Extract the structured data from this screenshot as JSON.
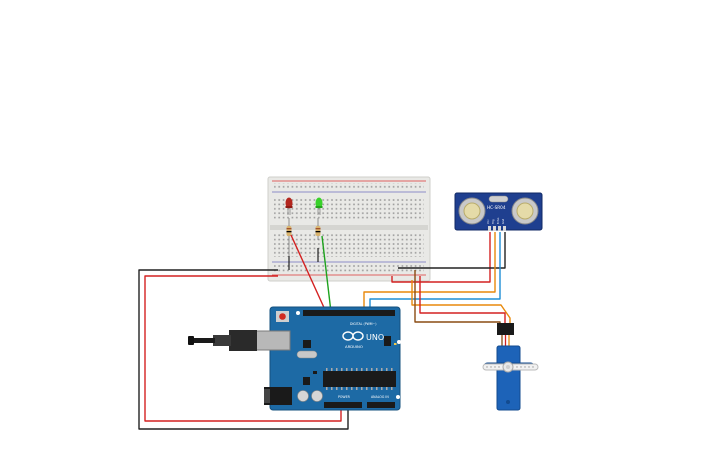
{
  "circuit": {
    "arduino": {
      "brand_text": "ARDUINO",
      "model_text": "UNO",
      "digital_header_text": "DIGITAL (PWM~)",
      "power_header_text": "POWER",
      "analog_header_text": "ANALOG IN"
    },
    "ultrasonic_sensor": {
      "model_text": "HC-SR04",
      "pin_labels": [
        "Vcc",
        "Trig",
        "Echo",
        "Gnd"
      ]
    },
    "leds": [
      {
        "name": "red-led",
        "color": "#c0392b"
      },
      {
        "name": "green-led",
        "color": "#2ecc40"
      }
    ],
    "wire_colors": {
      "red": "#d42121",
      "black": "#222222",
      "green": "#1ea31e",
      "orange": "#e8890c",
      "blue": "#1f8fd6",
      "brown": "#8a4b12"
    },
    "board_color": "#1d6aa5",
    "sensor_color": "#1f3f8f",
    "servo_color": "#1d63b8"
  }
}
